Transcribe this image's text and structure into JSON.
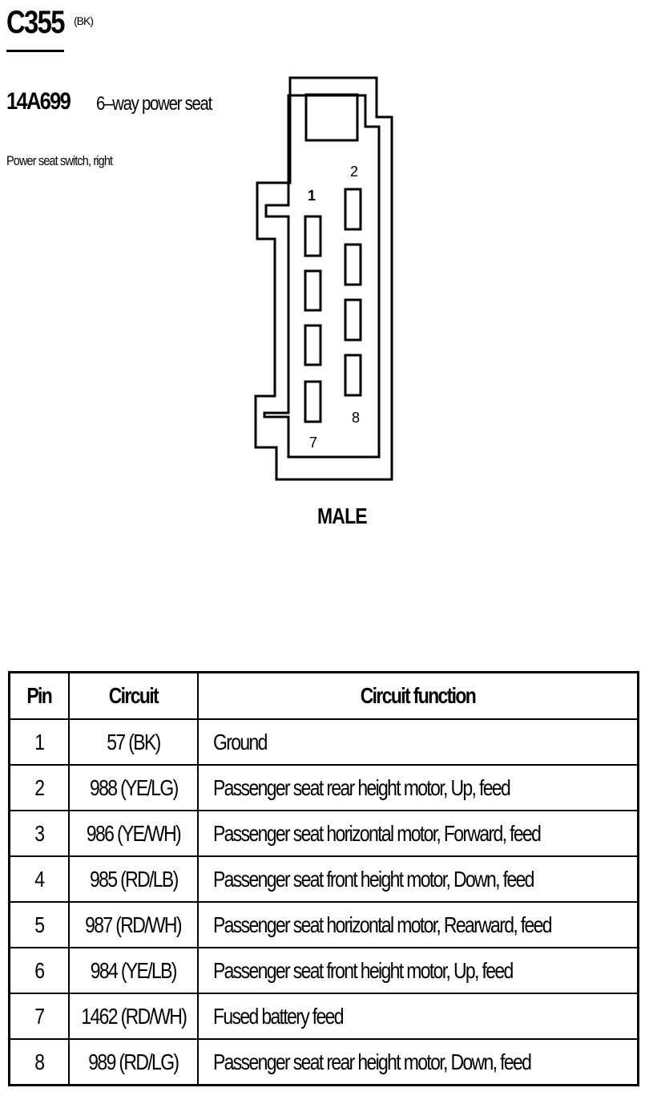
{
  "connector": {
    "code": "C355",
    "color_code": "(BK)",
    "part_number": "14A699",
    "description": "6–way power seat",
    "location": "Power seat switch, right",
    "view_label": "MALE",
    "pin_labels": {
      "first": "1",
      "second": "2",
      "seventh": "7",
      "eighth": "8"
    }
  },
  "table": {
    "headers": {
      "pin": "Pin",
      "circuit": "Circuit",
      "function": "Circuit function"
    },
    "rows": [
      {
        "pin": "1",
        "circuit": "57 (BK)",
        "function": "Ground"
      },
      {
        "pin": "2",
        "circuit": "988 (YE/LG)",
        "function": "Passenger seat rear height motor, Up, feed"
      },
      {
        "pin": "3",
        "circuit": "986 (YE/WH)",
        "function": "Passenger seat horizontal motor, Forward, feed"
      },
      {
        "pin": "4",
        "circuit": "985 (RD/LB)",
        "function": "Passenger seat front height motor, Down, feed"
      },
      {
        "pin": "5",
        "circuit": "987 (RD/WH)",
        "function": "Passenger seat horizontal motor, Rearward, feed"
      },
      {
        "pin": "6",
        "circuit": "984 (YE/LB)",
        "function": "Passenger seat front height motor, Up, feed"
      },
      {
        "pin": "7",
        "circuit": "1462 (RD/WH)",
        "function": "Fused battery feed"
      },
      {
        "pin": "8",
        "circuit": "989 (RD/LG)",
        "function": "Passenger seat rear height motor, Down, feed"
      }
    ]
  }
}
